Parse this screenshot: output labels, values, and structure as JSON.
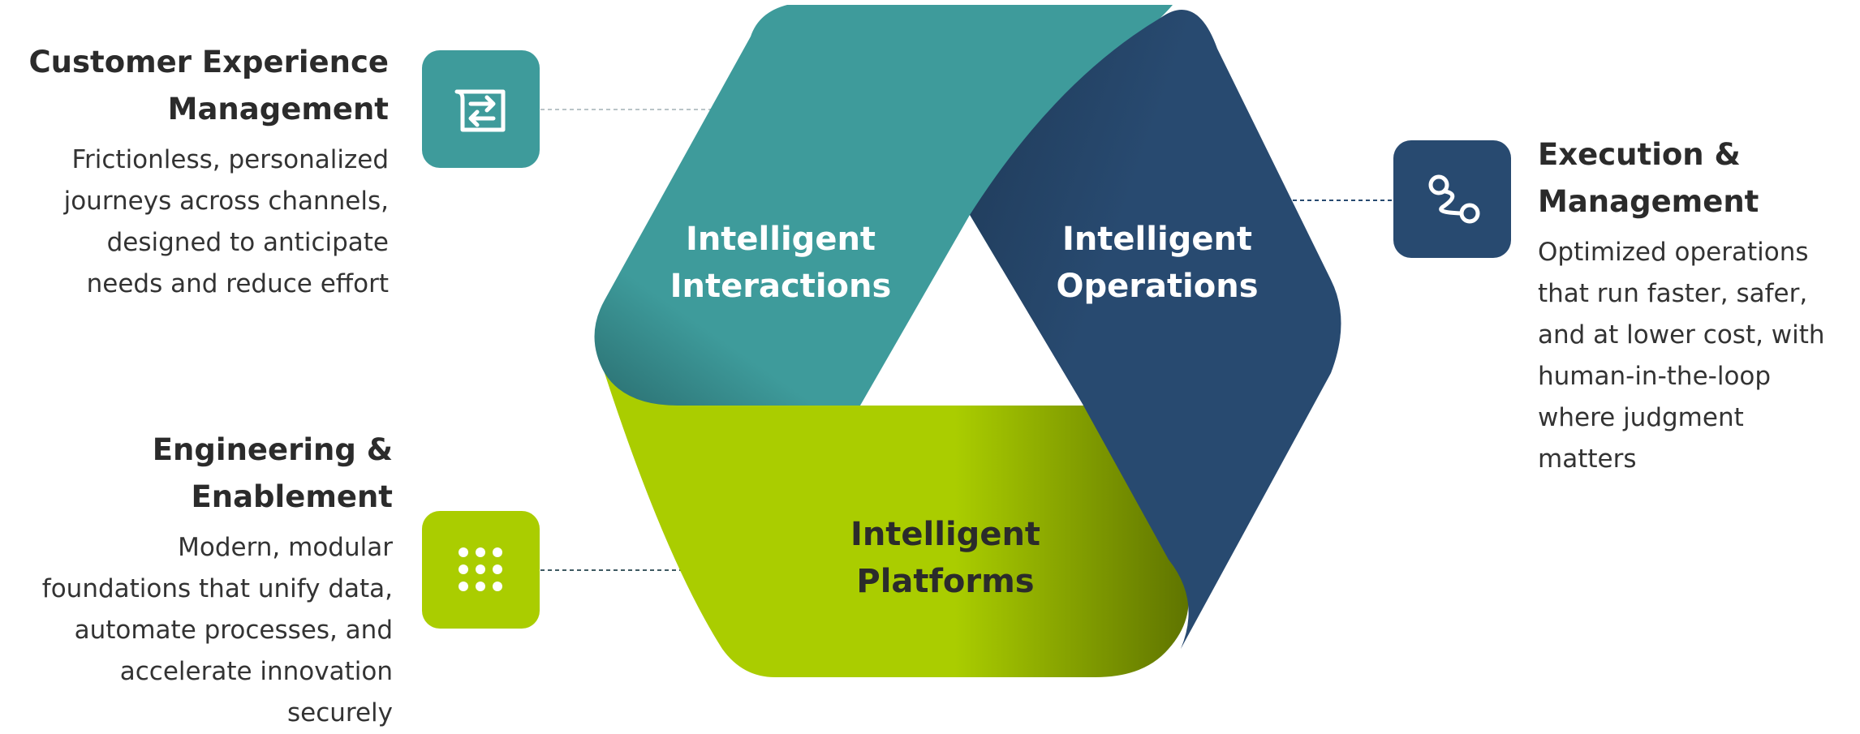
{
  "segments": {
    "interactions": {
      "line1": "Intelligent",
      "line2": "Interactions",
      "color": "#3e9b9b",
      "text_color": "#ffffff"
    },
    "operations": {
      "line1": "Intelligent",
      "line2": "Operations",
      "color": "#284a70",
      "text_color": "#ffffff"
    },
    "platforms": {
      "line1": "Intelligent",
      "line2": "Platforms",
      "color": "#aacd00",
      "text_color": "#2b2b2b"
    }
  },
  "blocks": {
    "cx": {
      "title_line1": "Customer Experience",
      "title_line2": "Management",
      "desc": [
        "Frictionless, personalized",
        "journeys across channels,",
        "designed to anticipate",
        "needs and reduce effort"
      ],
      "icon": "swap-arrows-icon",
      "color": "#3e9b9b"
    },
    "engineering": {
      "title_line1": "Engineering &",
      "title_line2": "Enablement",
      "desc": [
        "Modern, modular",
        "foundations that unify data,",
        "automate processes, and",
        "accelerate innovation",
        "securely"
      ],
      "icon": "grid-dots-icon",
      "color": "#aacd00"
    },
    "execution": {
      "title_line1": "Execution &",
      "title_line2": "Management",
      "desc": [
        "Optimized operations",
        "that run faster, safer,",
        "and at lower cost, with",
        "human-in-the-loop",
        "where judgment",
        "matters"
      ],
      "icon": "route-path-icon",
      "color": "#284a70"
    }
  }
}
